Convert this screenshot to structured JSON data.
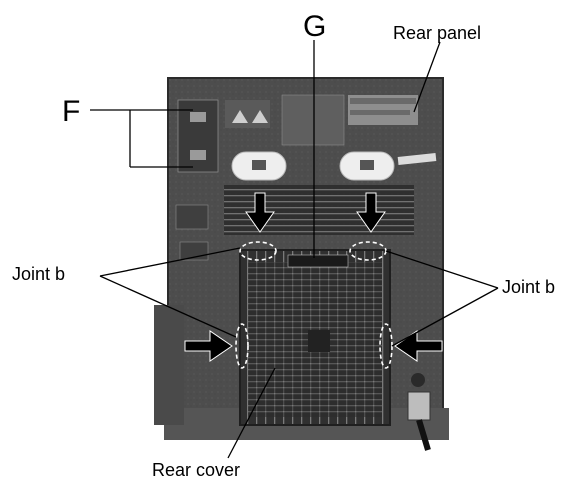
{
  "labels": {
    "f": "F",
    "g": "G",
    "rear_panel": "Rear panel",
    "joint_b_left": "Joint b",
    "joint_b_right": "Joint b",
    "rear_cover": "Rear cover"
  },
  "colors": {
    "panel": "#4a4a4a",
    "cover": "#2e2e2e",
    "ink": "#000000",
    "background": "#ffffff"
  }
}
